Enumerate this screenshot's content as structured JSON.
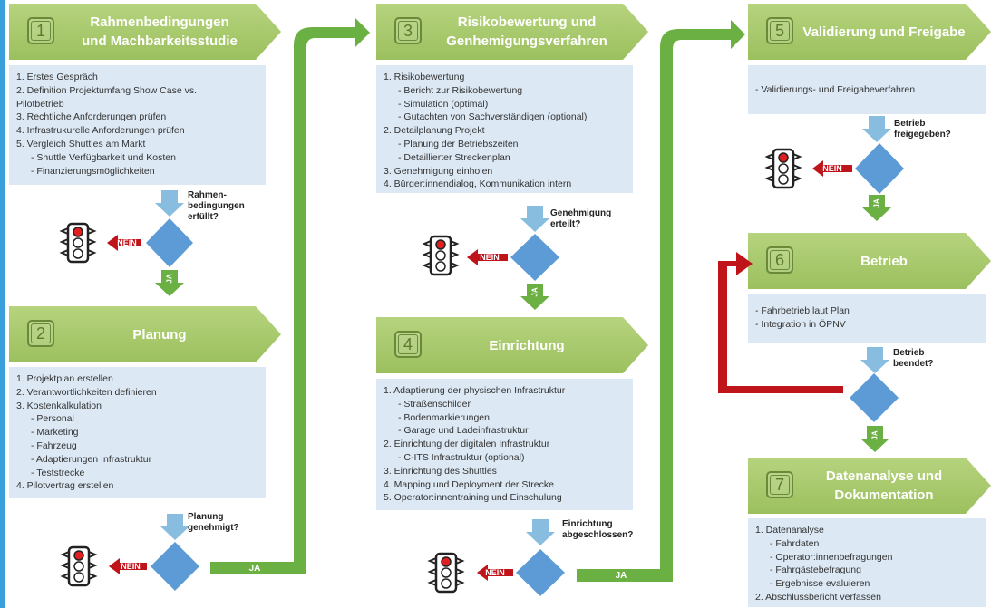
{
  "colors": {
    "header": "#a6c766",
    "box": "#dce8f4",
    "diamond": "#5c9bd6",
    "down_arrow": "#88bde0",
    "ja_arrow": "#6bb043",
    "nein_arrow": "#c0141b",
    "light_red": "#e02020"
  },
  "steps": [
    {
      "num": "1",
      "title": "Rahmenbedingungen und Machbarkeitsstudie",
      "lines": [
        {
          "t": "1. Erstes Gespräch",
          "i": 0
        },
        {
          "t": "2. Definition Projektumfang Show Case vs.",
          "i": 0
        },
        {
          "t": "Pilotbetrieb",
          "i": 0
        },
        {
          "t": "3. Rechtliche Anforderungen prüfen",
          "i": 0
        },
        {
          "t": "4. Infrastrukurelle Anforderungen prüfen",
          "i": 0
        },
        {
          "t": "5. Vergleich Shuttles am Markt",
          "i": 0
        },
        {
          "t": "- Shuttle Verfügbarkeit und Kosten",
          "i": 1
        },
        {
          "t": "- Finanzierungsmöglichkeiten",
          "i": 1
        }
      ],
      "question": "Rahmen-bedingungen erfüllt?",
      "no": "NEIN",
      "yes": "JA"
    },
    {
      "num": "2",
      "title": "Planung",
      "lines": [
        {
          "t": "1. Projektplan erstellen",
          "i": 0
        },
        {
          "t": "2. Verantwortlichkeiten definieren",
          "i": 0
        },
        {
          "t": "3. Kostenkalkulation",
          "i": 0
        },
        {
          "t": "- Personal",
          "i": 1
        },
        {
          "t": "- Marketing",
          "i": 1
        },
        {
          "t": "- Fahrzeug",
          "i": 1
        },
        {
          "t": "- Adaptierungen Infrastruktur",
          "i": 1
        },
        {
          "t": "- Teststrecke",
          "i": 1
        },
        {
          "t": "4. Pilotvertrag erstellen",
          "i": 0
        }
      ],
      "question": "Planung genehmigt?",
      "no": "NEIN",
      "yes": "JA"
    },
    {
      "num": "3",
      "title": "Risikobewertung und Genhemigungsverfahren",
      "lines": [
        {
          "t": "1. Risikobewertung",
          "i": 0
        },
        {
          "t": "- Bericht zur Risikobewertung",
          "i": 1
        },
        {
          "t": "- Simulation (optimal)",
          "i": 1
        },
        {
          "t": "- Gutachten von Sachverständigen (optional)",
          "i": 1
        },
        {
          "t": "2. Detailplanung Projekt",
          "i": 0
        },
        {
          "t": "- Planung der Betriebszeiten",
          "i": 1
        },
        {
          "t": "- Detaillierter Streckenplan",
          "i": 1
        },
        {
          "t": "3. Genehmigung einholen",
          "i": 0
        },
        {
          "t": "4. Bürger:innendialog, Kommunikation intern",
          "i": 0
        }
      ],
      "question": "Genehmigung erteilt?",
      "no": "NEIN",
      "yes": "JA"
    },
    {
      "num": "4",
      "title": "Einrichtung",
      "lines": [
        {
          "t": "1. Adaptierung der physischen Infrastruktur",
          "i": 0
        },
        {
          "t": "- Straßenschilder",
          "i": 1
        },
        {
          "t": "- Bodenmarkierungen",
          "i": 1
        },
        {
          "t": "- Garage und Ladeinfrastruktur",
          "i": 1
        },
        {
          "t": "2. Einrichtung der digitalen Infrastruktur",
          "i": 0
        },
        {
          "t": "- C-ITS Infrastruktur (optional)",
          "i": 1
        },
        {
          "t": "3. Einrichtung des Shuttles",
          "i": 0
        },
        {
          "t": "4. Mapping und Deployment der Strecke",
          "i": 0
        },
        {
          "t": "5. Operator:innentraining und Einschulung",
          "i": 0
        }
      ],
      "question": "Einrichtung abgeschlossen?",
      "no": "NEIN",
      "yes": "JA"
    },
    {
      "num": "5",
      "title": "Validierung und Freigabe",
      "lines": [
        {
          "t": "- Validierungs- und Freigabeverfahren",
          "i": 0
        }
      ],
      "question": "Betrieb freigegeben?",
      "no": "NEIN",
      "yes": "JA"
    },
    {
      "num": "6",
      "title": "Betrieb",
      "lines": [
        {
          "t": "- Fahrbetrieb laut Plan",
          "i": 0
        },
        {
          "t": "- Integration in ÖPNV",
          "i": 0
        }
      ],
      "question": "Betrieb beendet?",
      "no": "NEIN",
      "yes": "JA"
    },
    {
      "num": "7",
      "title": "Datenanalyse und Dokumentation",
      "lines": [
        {
          "t": "1. Datenanalyse",
          "i": 0
        },
        {
          "t": "- Fahrdaten",
          "i": 1
        },
        {
          "t": "- Operator:innenbefragungen",
          "i": 1
        },
        {
          "t": "- Fahrgästebefragung",
          "i": 1
        },
        {
          "t": "- Ergebnisse evaluieren",
          "i": 1
        },
        {
          "t": "2. Abschlussbericht verfassen",
          "i": 0
        }
      ]
    }
  ]
}
